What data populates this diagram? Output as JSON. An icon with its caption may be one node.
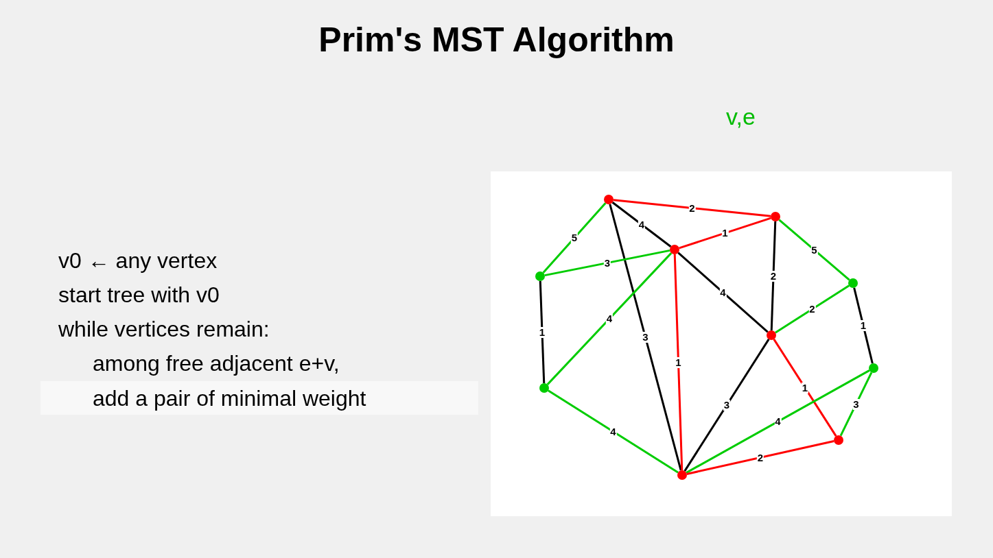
{
  "diagram": {
    "title": "Prim's MST Algorithm",
    "nodes": [
      {
        "text": [
          "add a pair of minimal weight"
        ]
      },
      {
        "text": [],
        "shape": "circle"
      },
      {
        "text": [],
        "shape": "circle"
      },
      {
        "text": [],
        "shape": "circle"
      },
      {
        "text": [],
        "shape": "circle"
      },
      {
        "text": [],
        "shape": "circle"
      },
      {
        "text": [],
        "shape": "circle"
      },
      {
        "text": [],
        "shape": "circle"
      },
      {
        "text": [],
        "shape": "circle"
      },
      {
        "text": [],
        "shape": "circle"
      },
      {
        "text": [],
        "shape": "circle"
      }
    ],
    "edges": [
      {
        "from": 1,
        "to": 2,
        "arrow": "none",
        "label": "2",
        "color": "#ff0000"
      },
      {
        "from": 1,
        "to": 3,
        "arrow": "none",
        "label": "4",
        "color": "#000000"
      },
      {
        "from": 1,
        "to": 4,
        "arrow": "none",
        "label": "5"
      },
      {
        "from": 1,
        "to": 10,
        "arrow": "none",
        "label": "3",
        "color": "#000000"
      },
      {
        "from": 3,
        "to": 2,
        "arrow": "none",
        "label": "1",
        "color": "#ff0000"
      },
      {
        "from": 3,
        "to": 4,
        "arrow": "none",
        "label": "3"
      },
      {
        "from": 3,
        "to": 8,
        "arrow": "none",
        "label": "4"
      },
      {
        "from": 3,
        "to": 10,
        "arrow": "none",
        "label": "1",
        "color": "#ff0000"
      },
      {
        "from": 3,
        "to": 6,
        "arrow": "none",
        "label": "4",
        "color": "#000000"
      },
      {
        "from": 2,
        "to": 6,
        "arrow": "none",
        "label": "2",
        "color": "#000000"
      },
      {
        "from": 2,
        "to": 5,
        "arrow": "none",
        "label": "5"
      },
      {
        "from": 5,
        "to": 6,
        "arrow": "none",
        "label": "2"
      },
      {
        "from": 5,
        "to": 7,
        "arrow": "none",
        "label": "1",
        "color": "#000000"
      },
      {
        "from": 4,
        "to": 8,
        "arrow": "none",
        "label": "1",
        "color": "#000000"
      },
      {
        "from": 6,
        "to": 10,
        "arrow": "none",
        "label": "3",
        "color": "#000000"
      },
      {
        "from": 6,
        "to": 9,
        "arrow": "none",
        "label": "1",
        "color": "#ff0000"
      },
      {
        "from": 7,
        "to": 10,
        "arrow": "none",
        "label": "4"
      },
      {
        "from": 7,
        "to": 9,
        "arrow": "none",
        "label": "3"
      },
      {
        "from": 8,
        "to": 10,
        "arrow": "none",
        "label": "4"
      },
      {
        "from": 10,
        "to": 9,
        "arrow": "none",
        "label": "2",
        "color": "#ff0000"
      }
    ],
    "labels": [
      "v,e",
      "v0 ← any vertex",
      "start tree with v0",
      "while vertices remain:",
      "among free adjacent e+v,"
    ]
  }
}
